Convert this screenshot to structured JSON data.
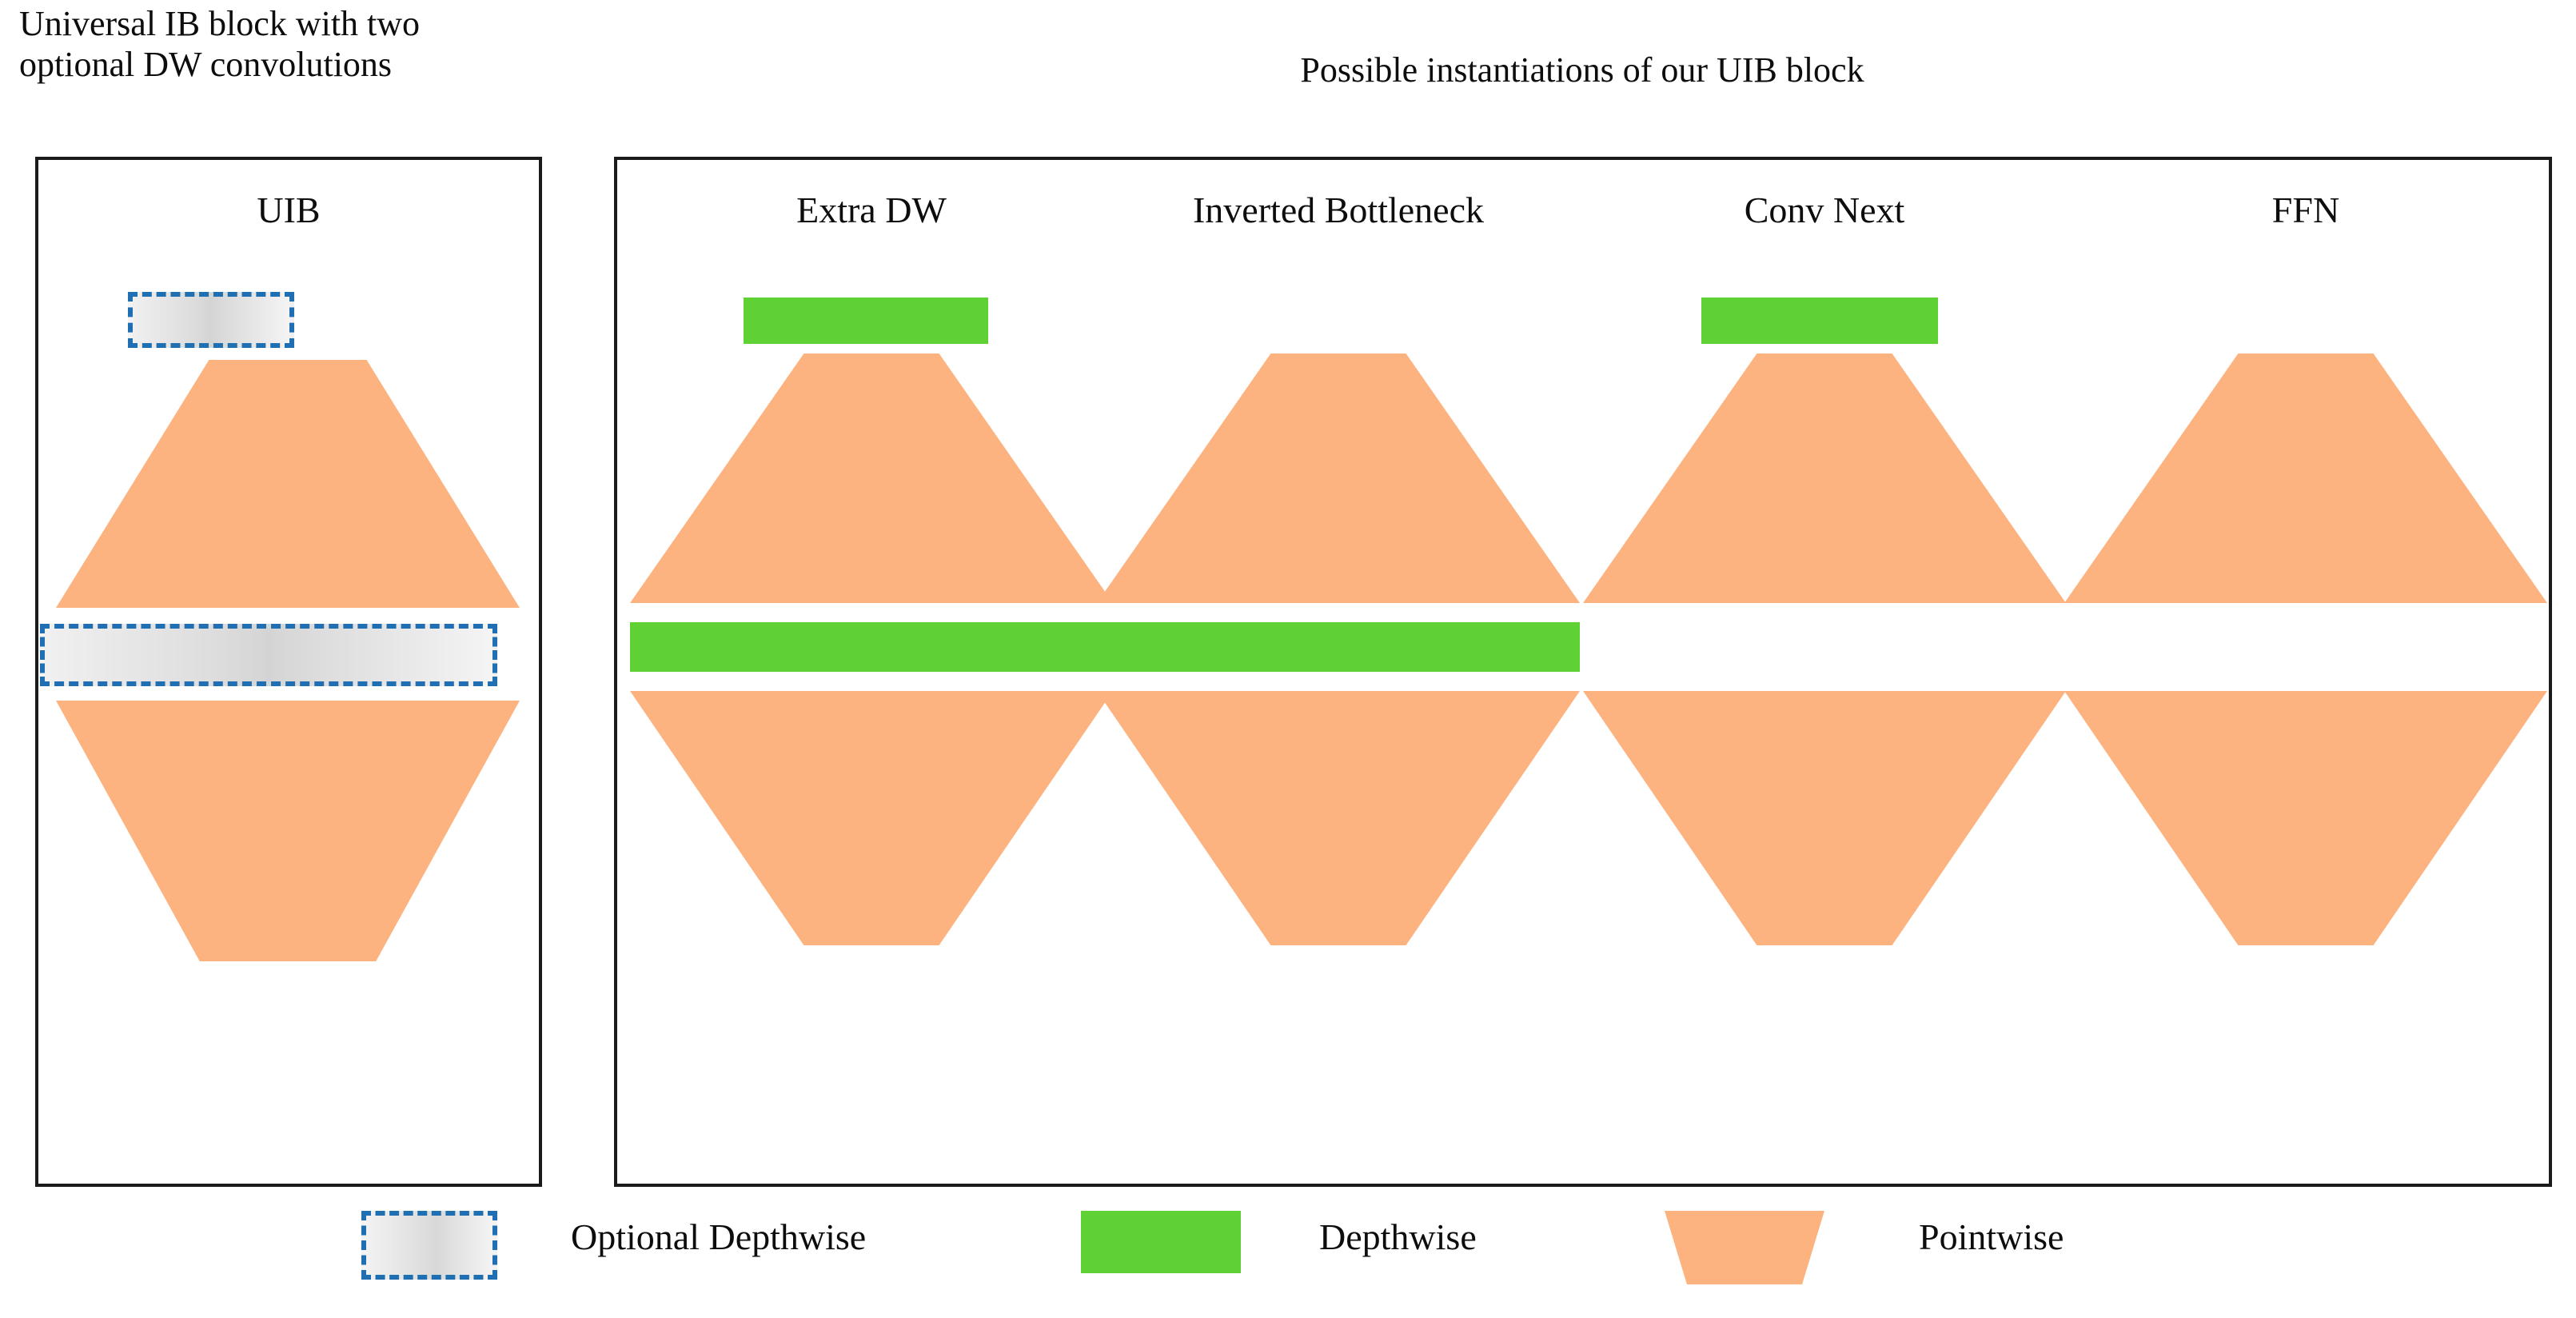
{
  "figure": {
    "left_caption_line1": "Universal IB block with two",
    "left_caption_line2": "optional DW convolutions",
    "right_caption": "Possible instantiations of our UIB block"
  },
  "colors": {
    "pointwise_orange": "#fcb380",
    "depthwise_green": "#5fd134",
    "optional_dashed_blue": "#1f6fb2",
    "optional_fill_gray": "#dedede",
    "panel_border": "#1a1a1a",
    "text": "#0d0d0d",
    "background": "#ffffff"
  },
  "left_panel": {
    "title": "UIB",
    "layers": [
      {
        "name": "optional-depthwise-top",
        "kind": "optional-depthwise"
      },
      {
        "name": "expansion-pointwise",
        "kind": "pointwise-expand"
      },
      {
        "name": "optional-depthwise-mid",
        "kind": "optional-depthwise"
      },
      {
        "name": "projection-pointwise",
        "kind": "pointwise-project"
      }
    ]
  },
  "right_panel": {
    "columns": [
      {
        "title": "Extra DW",
        "layers": [
          {
            "name": "depthwise-top",
            "kind": "depthwise"
          },
          {
            "name": "expansion-pointwise",
            "kind": "pointwise-expand"
          },
          {
            "name": "depthwise-mid",
            "kind": "depthwise"
          },
          {
            "name": "projection-pointwise",
            "kind": "pointwise-project"
          }
        ]
      },
      {
        "title": "Inverted Bottleneck",
        "layers": [
          {
            "name": "expansion-pointwise",
            "kind": "pointwise-expand"
          },
          {
            "name": "depthwise-mid",
            "kind": "depthwise"
          },
          {
            "name": "projection-pointwise",
            "kind": "pointwise-project"
          }
        ]
      },
      {
        "title": "Conv Next",
        "layers": [
          {
            "name": "depthwise-top",
            "kind": "depthwise"
          },
          {
            "name": "expansion-pointwise",
            "kind": "pointwise-expand"
          },
          {
            "name": "projection-pointwise",
            "kind": "pointwise-project"
          }
        ]
      },
      {
        "title": "FFN",
        "layers": [
          {
            "name": "expansion-pointwise",
            "kind": "pointwise-expand"
          },
          {
            "name": "projection-pointwise",
            "kind": "pointwise-project"
          }
        ]
      }
    ]
  },
  "legend": {
    "items": [
      {
        "swatch": "optional-depthwise-swatch",
        "label": "Optional Depthwise"
      },
      {
        "swatch": "depthwise-swatch",
        "label": "Depthwise"
      },
      {
        "swatch": "pointwise-swatch",
        "label": "Pointwise"
      }
    ]
  }
}
